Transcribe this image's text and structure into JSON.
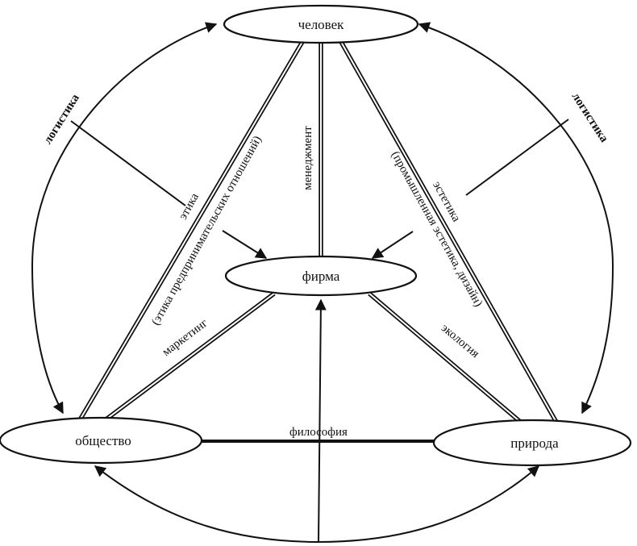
{
  "nodes": {
    "human": "человек",
    "firm": "фирма",
    "society": "общество",
    "nature": "природа"
  },
  "edges": {
    "management": "менеджмент",
    "ethics": "этика",
    "ethics_note": "(этика предпринимательских отношений)",
    "aesthetics": "эстетика",
    "aesthetics_note": "(промышленная эстетика, дизайн)",
    "marketing": "маркетинг",
    "ecology": "экология",
    "philosophy": "философия"
  },
  "logistics": {
    "left": "логистика",
    "right": "логистика"
  },
  "colors": {
    "ink": "#111111",
    "paper": "#ffffff"
  }
}
